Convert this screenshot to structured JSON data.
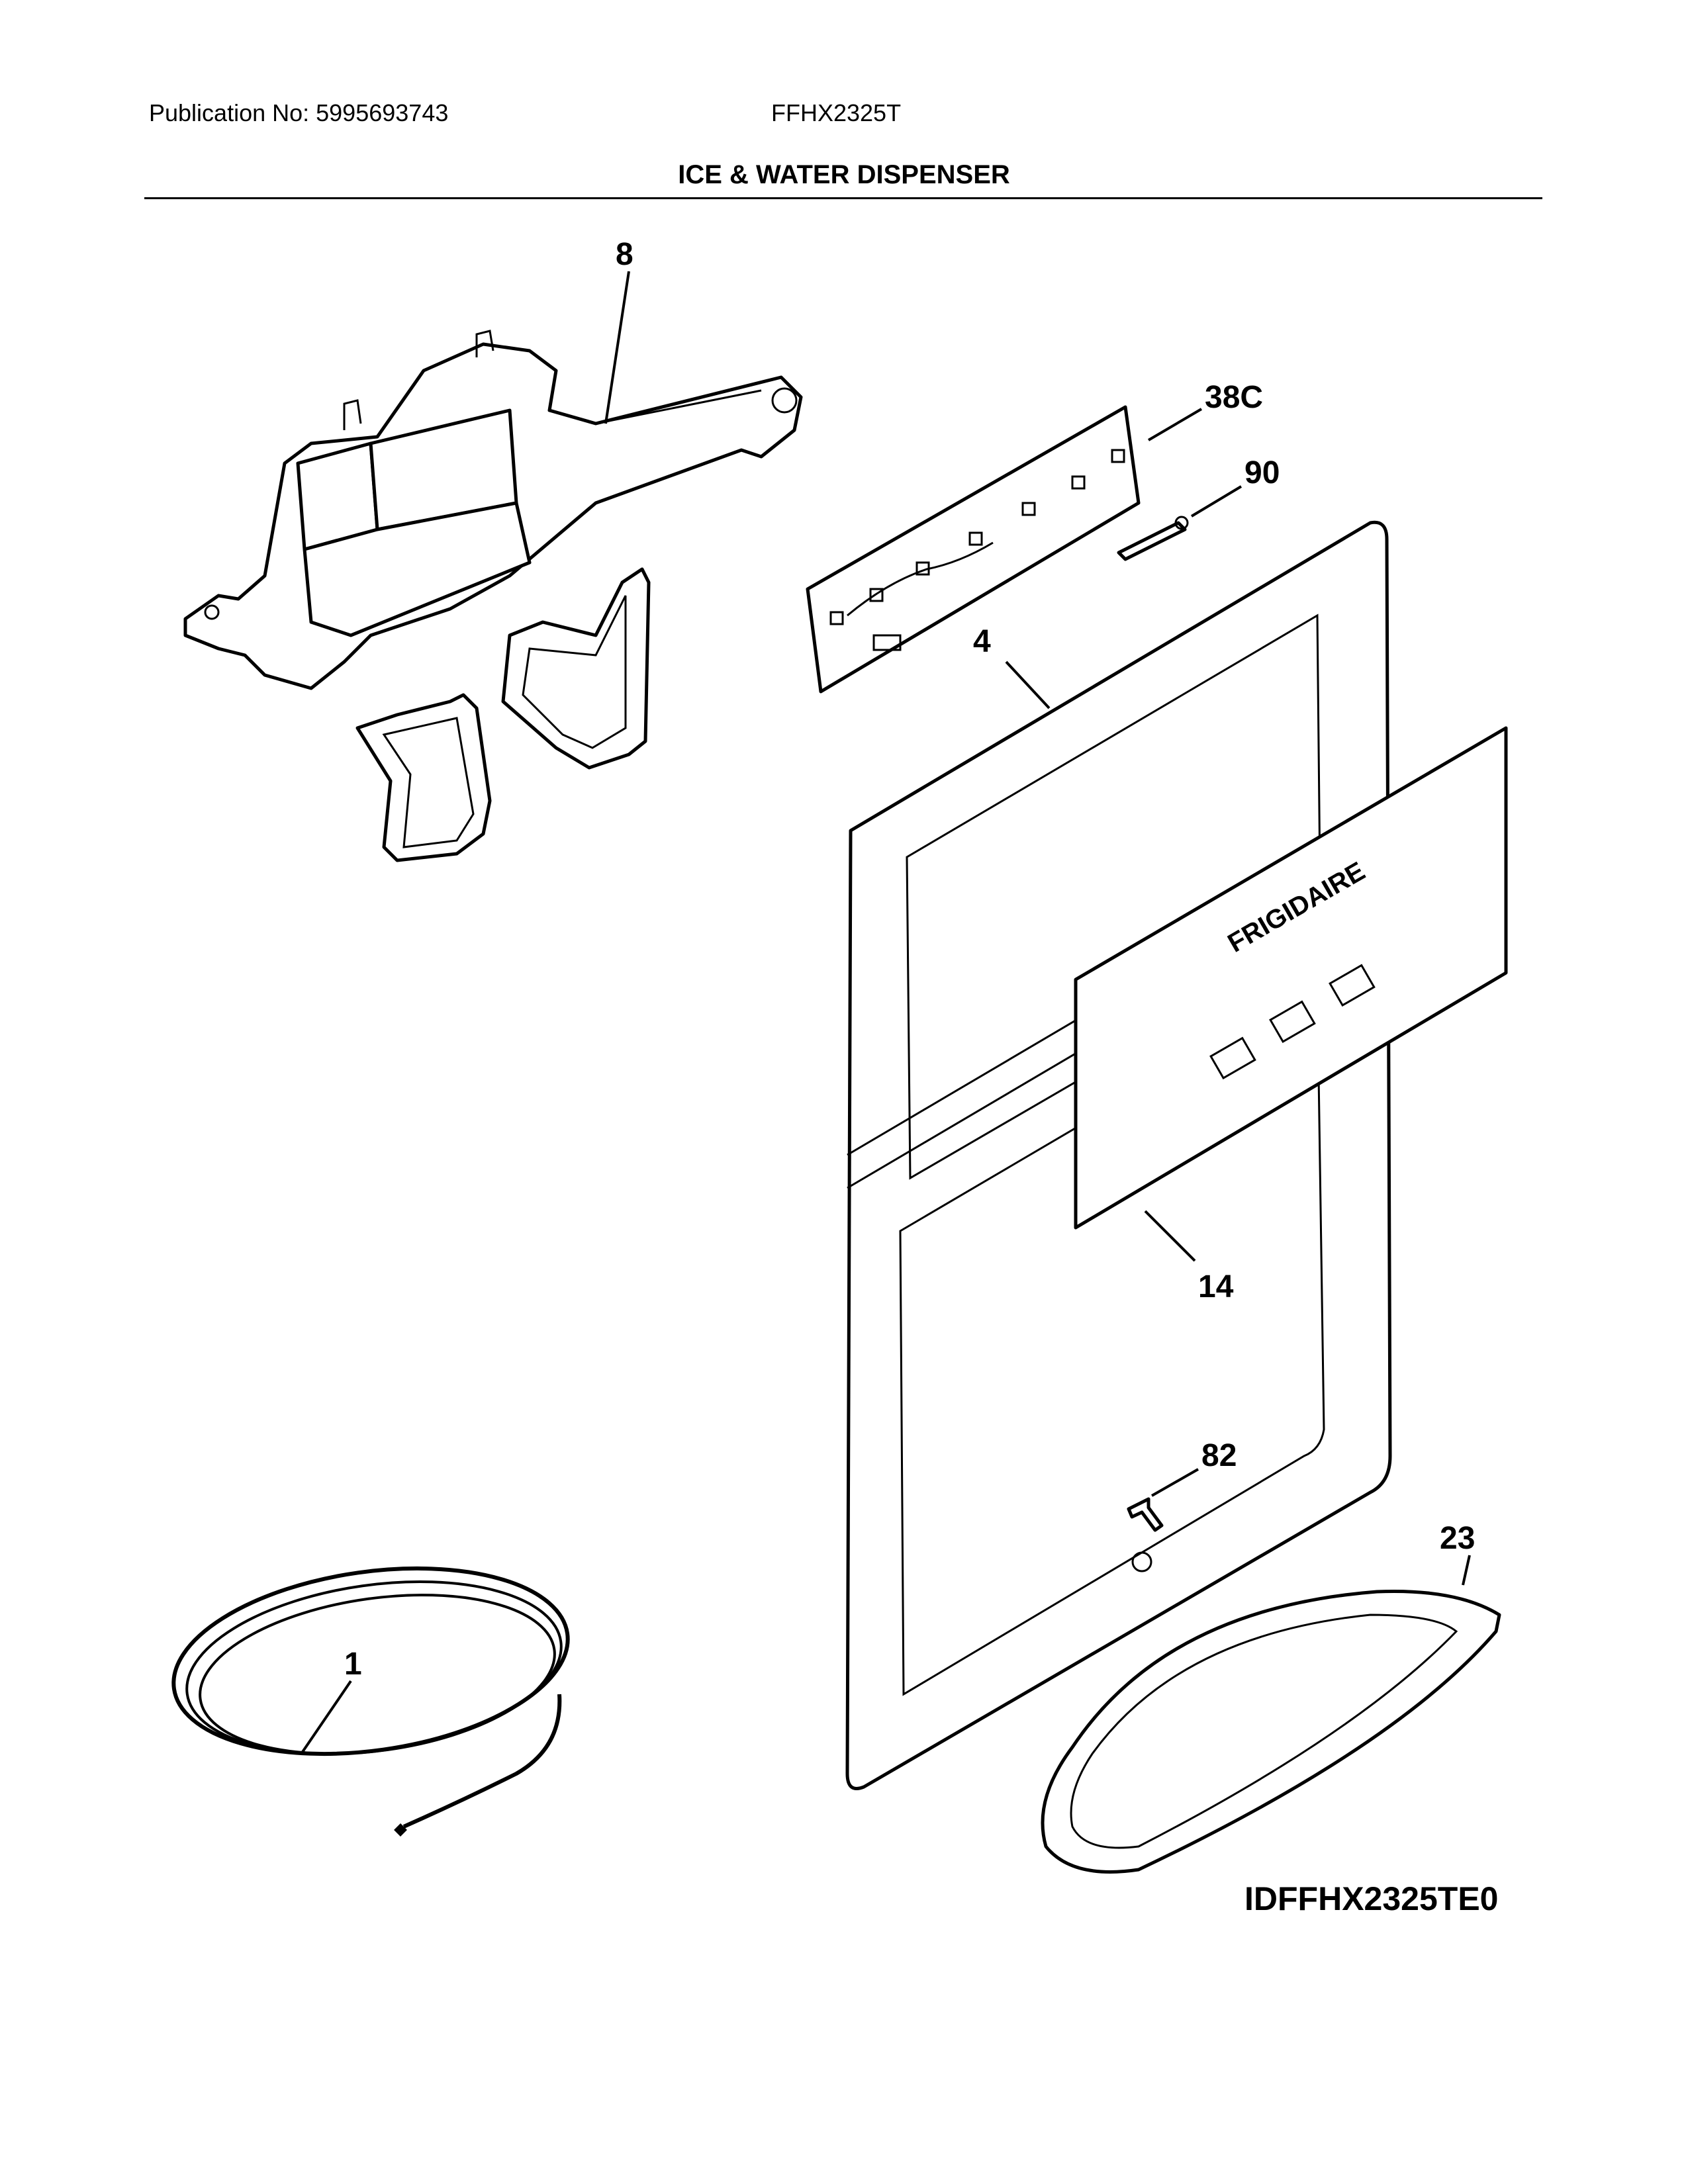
{
  "header": {
    "publication": "Publication No: 5995693743",
    "model": "FFHX2325T",
    "title": "ICE & WATER DISPENSER"
  },
  "diagram_id": "IDFFHX2325TE0",
  "brand_logo": "FRIGIDAIRE",
  "callouts": {
    "c8": "8",
    "c38c": "38C",
    "c90": "90",
    "c4": "4",
    "c14": "14",
    "c82": "82",
    "c23": "23",
    "c1": "1"
  },
  "parts": [
    {
      "callout": "8",
      "icon": "dispenser-paddle-assembly-icon"
    },
    {
      "callout": "38C",
      "icon": "control-board-icon"
    },
    {
      "callout": "90",
      "icon": "spring-pin-icon"
    },
    {
      "callout": "4",
      "icon": "dispenser-housing-icon"
    },
    {
      "callout": "14",
      "icon": "control-overlay-icon"
    },
    {
      "callout": "82",
      "icon": "screw-icon"
    },
    {
      "callout": "23",
      "icon": "drip-tray-icon"
    },
    {
      "callout": "1",
      "icon": "tubing-coil-icon"
    }
  ]
}
